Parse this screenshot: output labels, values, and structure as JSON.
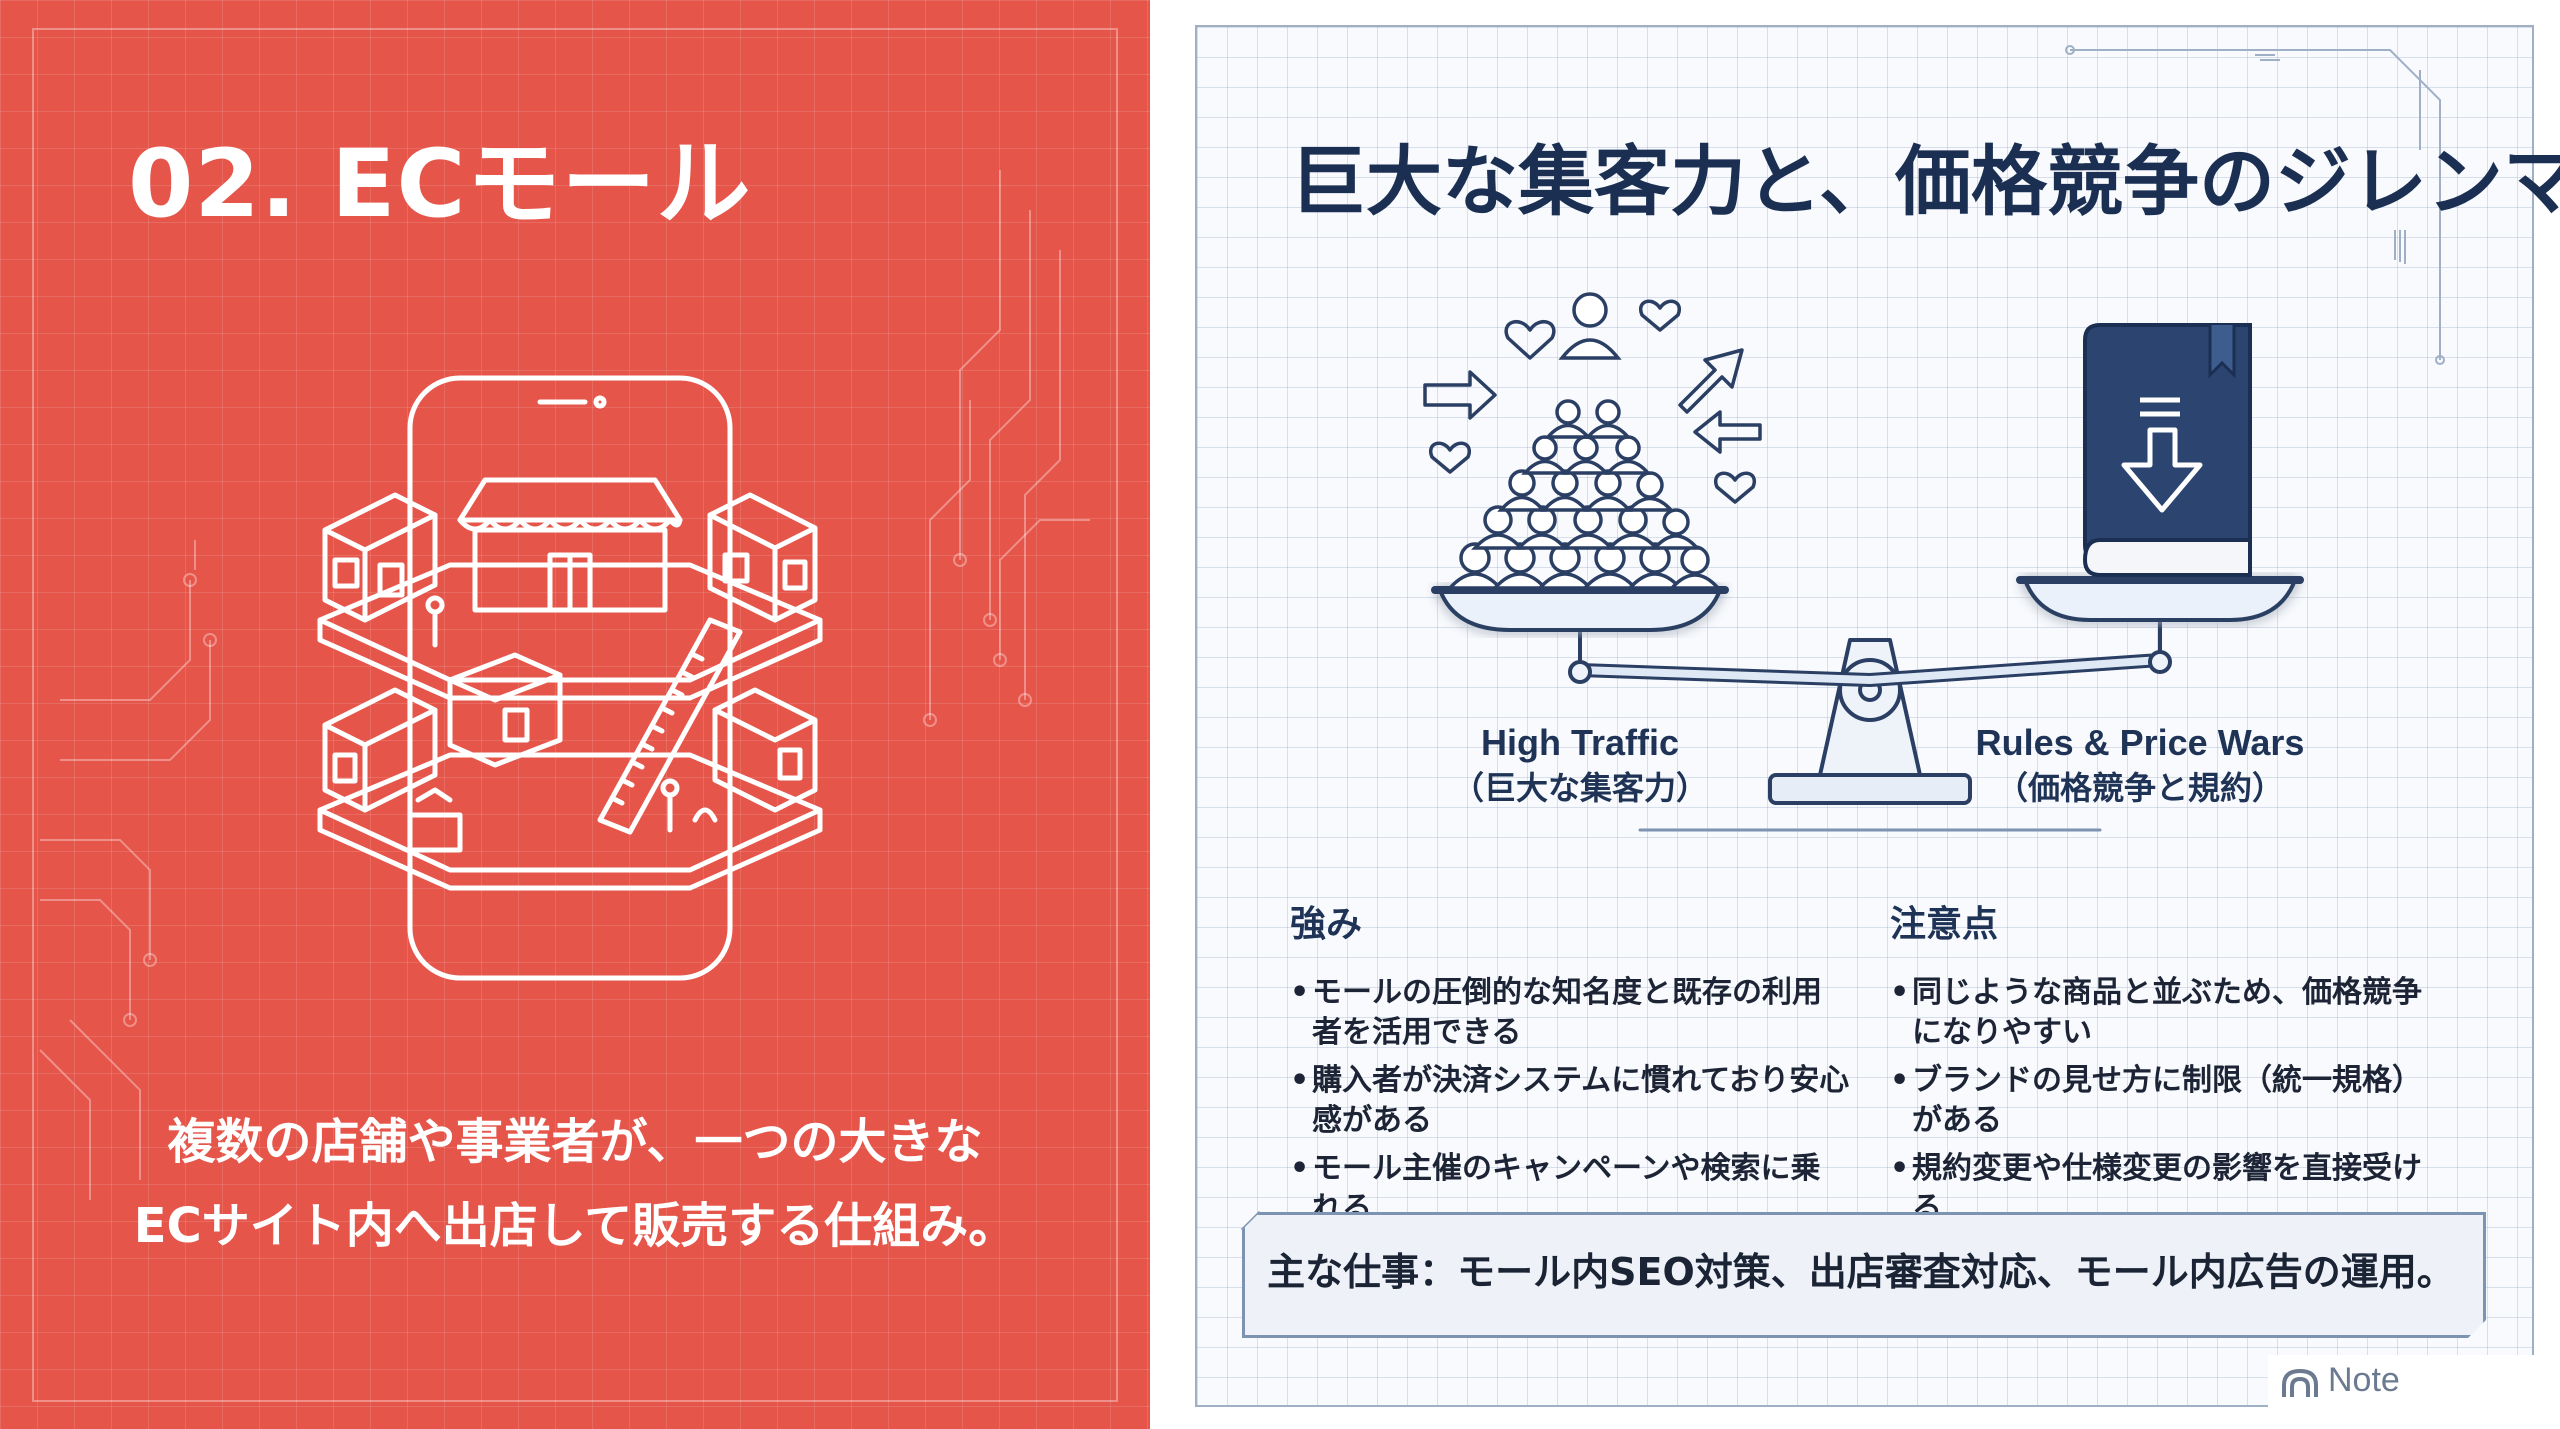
{
  "left": {
    "title": "02. ECモール",
    "description_lines": [
      "複数の店舗や事業者が、一つの大きな",
      "ECサイト内へ出店して販売する仕組み。"
    ],
    "background_color": "#e5554a",
    "illustration_icon": "smartphone-shopping-mall-icon"
  },
  "right": {
    "title": "巨大な集客力と、価格競争のジレンマ",
    "scale": {
      "icon": "balance-scale-icon",
      "left_label_en": "High Traffic",
      "left_label_jp": "（巨大な集客力）",
      "left_icon": "crowd-icon",
      "right_label_en": "Rules & Price Wars",
      "right_label_jp": "（価格競争と規約）",
      "right_icon": "rulebook-down-arrow-icon"
    },
    "strengths": {
      "heading": "強み",
      "items": [
        "モールの圧倒的な知名度と既存の利用者を活用できる",
        "購入者が決済システムに慣れており安心感がある",
        "モール主催のキャンペーンや検索に乗れる"
      ]
    },
    "cautions": {
      "heading": "注意点",
      "items": [
        "同じような商品と並ぶため、価格競争になりやすい",
        "ブランドの見せ方に制限（統一規格）がある",
        "規約変更や仕様変更の影響を直接受ける"
      ]
    },
    "main_job": "主な仕事：モール内SEO対策、出店審査対応、モール内広告の運用。",
    "accent_color": "#1b2f52"
  },
  "watermark": {
    "text": "Note",
    "icon": "notebooklm-icon"
  }
}
